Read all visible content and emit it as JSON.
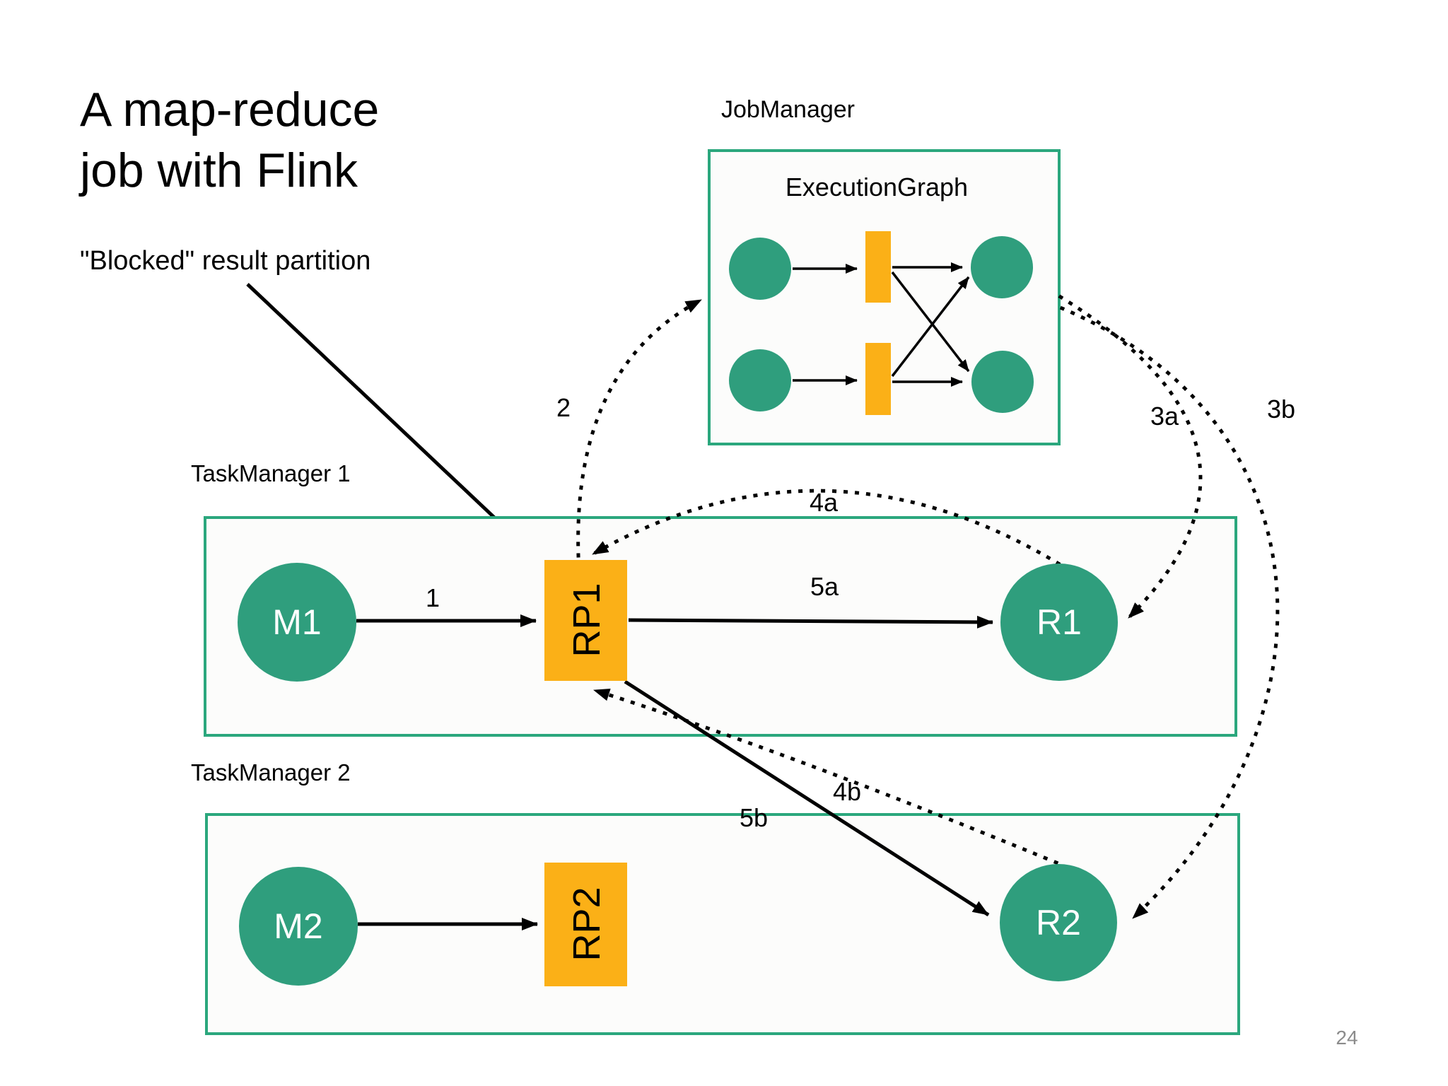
{
  "slide": {
    "title": [
      "A map-reduce",
      "job with Flink"
    ],
    "page_number": "24"
  },
  "annotation": {
    "blocked_label": "\"Blocked\" result partition"
  },
  "job_manager": {
    "label": "JobManager",
    "execution_graph": {
      "label": "ExecutionGraph"
    }
  },
  "task_manager_1": {
    "label": "TaskManager 1",
    "map_task": "M1",
    "result_partition": "RP1",
    "reduce_task": "R1"
  },
  "task_manager_2": {
    "label": "TaskManager 2",
    "map_task": "M2",
    "result_partition": "RP2",
    "reduce_task": "R2"
  },
  "arrows": {
    "s1": "1",
    "s2": "2",
    "s3a": "3a",
    "s3b": "3b",
    "s4a": "4a",
    "s4b": "4b",
    "s5a": "5a",
    "s5b": "5b"
  },
  "colors": {
    "node_green": "#2F9E7D",
    "border_green": "#2BA77D",
    "partition_orange": "#FBB017",
    "box_fill": "#FCFCFB",
    "page_gray": "#8B8B8B",
    "text_black": "#000000"
  }
}
